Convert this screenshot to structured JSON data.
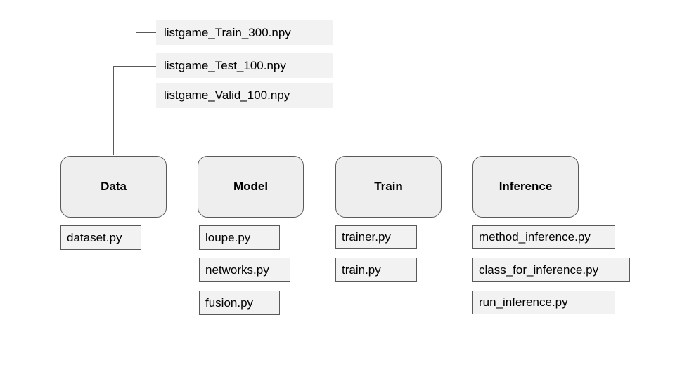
{
  "data_files": [
    "listgame_Train_300.npy",
    "listgame_Test_100.npy",
    "listgame_Valid_100.npy"
  ],
  "modules": {
    "data": {
      "title": "Data",
      "files": [
        "dataset.py"
      ]
    },
    "model": {
      "title": "Model",
      "files": [
        "loupe.py",
        "networks.py",
        "fusion.py"
      ]
    },
    "train": {
      "title": "Train",
      "files": [
        "trainer.py",
        "train.py"
      ]
    },
    "inference": {
      "title": "Inference",
      "files": [
        "method_inference.py",
        "class_for_inference.py",
        "run_inference.py"
      ]
    }
  }
}
